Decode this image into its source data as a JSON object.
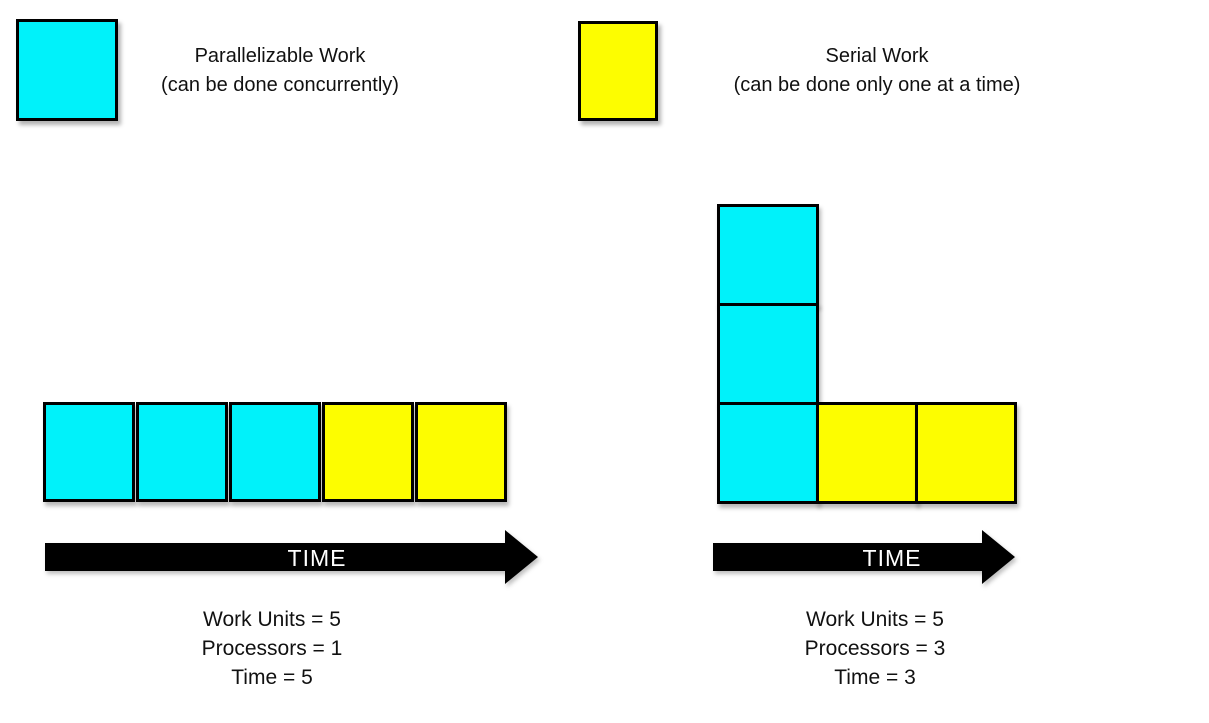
{
  "colors": {
    "parallel": "#00f2fa",
    "serial": "#fdfd00",
    "arrow": "#000000"
  },
  "legend": {
    "parallel": {
      "title": "Parallelizable Work",
      "subtitle": "(can be done concurrently)"
    },
    "serial": {
      "title": "Serial Work",
      "subtitle": "(can be done only one at a time)"
    }
  },
  "diagrams": {
    "single_processor": {
      "arrow_label": "TIME",
      "cells": [
        "parallel",
        "parallel",
        "parallel",
        "serial",
        "serial"
      ],
      "stats": [
        "Work Units = 5",
        "Processors = 1",
        "Time = 5"
      ]
    },
    "multi_processor": {
      "arrow_label": "TIME",
      "stack_cells": [
        "parallel",
        "parallel",
        "parallel"
      ],
      "bottom_extension_cells": [
        "serial",
        "serial"
      ],
      "stats": [
        "Work Units = 5",
        "Processors = 3",
        "Time = 3"
      ]
    }
  }
}
